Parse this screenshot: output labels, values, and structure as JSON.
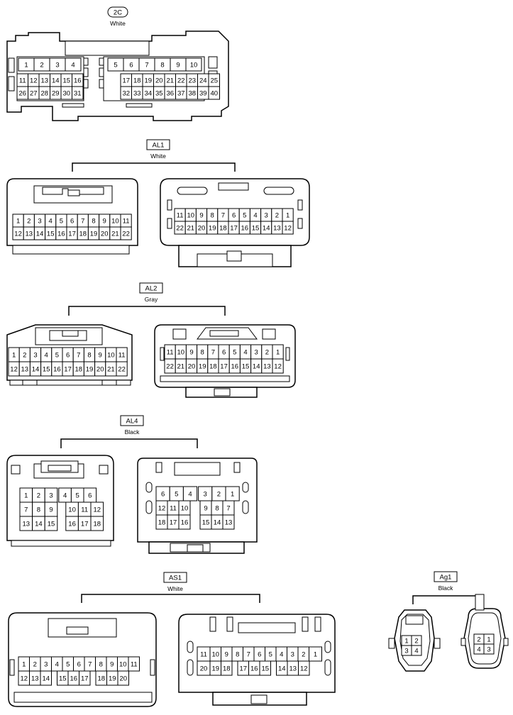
{
  "connectors": {
    "c2C": {
      "name": "2C",
      "color": "White",
      "rows": [
        [
          "1",
          "2",
          "3",
          "4",
          "5",
          "6",
          "7",
          "8",
          "9",
          "10"
        ],
        [
          "11",
          "12",
          "13",
          "14",
          "15",
          "16",
          "17",
          "18",
          "19",
          "20",
          "21",
          "22",
          "23",
          "24",
          "25"
        ],
        [
          "26",
          "27",
          "28",
          "29",
          "30",
          "31",
          "32",
          "33",
          "34",
          "35",
          "36",
          "37",
          "38",
          "39",
          "40"
        ]
      ]
    },
    "AL1": {
      "name": "AL1",
      "color": "White",
      "left_rows": [
        [
          "1",
          "2",
          "3",
          "4",
          "5",
          "6",
          "7",
          "8",
          "9",
          "10",
          "11"
        ],
        [
          "12",
          "13",
          "14",
          "15",
          "16",
          "17",
          "18",
          "19",
          "20",
          "21",
          "22"
        ]
      ],
      "right_rows": [
        [
          "11",
          "10",
          "9",
          "8",
          "7",
          "6",
          "5",
          "4",
          "3",
          "2",
          "1"
        ],
        [
          "22",
          "21",
          "20",
          "19",
          "18",
          "17",
          "16",
          "15",
          "14",
          "13",
          "12"
        ]
      ]
    },
    "AL2": {
      "name": "AL2",
      "color": "Gray",
      "left_rows": [
        [
          "1",
          "2",
          "3",
          "4",
          "5",
          "6",
          "7",
          "8",
          "9",
          "10",
          "11"
        ],
        [
          "12",
          "13",
          "14",
          "15",
          "16",
          "17",
          "18",
          "19",
          "20",
          "21",
          "22"
        ]
      ],
      "right_rows": [
        [
          "11",
          "10",
          "9",
          "8",
          "7",
          "6",
          "5",
          "4",
          "3",
          "2",
          "1"
        ],
        [
          "22",
          "21",
          "20",
          "19",
          "18",
          "17",
          "16",
          "15",
          "14",
          "13",
          "12"
        ]
      ]
    },
    "AL4": {
      "name": "AL4",
      "color": "Black",
      "left_rows": [
        [
          "1",
          "2",
          "3",
          "4",
          "5",
          "6"
        ],
        [
          "7",
          "8",
          "9",
          "10",
          "11",
          "12"
        ],
        [
          "13",
          "14",
          "15",
          "16",
          "17",
          "18"
        ]
      ],
      "right_rows": [
        [
          "6",
          "5",
          "4",
          "3",
          "2",
          "1"
        ],
        [
          "12",
          "11",
          "10",
          "9",
          "8",
          "7"
        ],
        [
          "18",
          "17",
          "16",
          "15",
          "14",
          "13"
        ]
      ]
    },
    "AS1": {
      "name": "AS1",
      "color": "White",
      "left_rows": [
        [
          "1",
          "2",
          "3",
          "4",
          "5",
          "6",
          "7",
          "8",
          "9",
          "10",
          "11"
        ],
        [
          "12",
          "13",
          "14",
          "15",
          "16",
          "17",
          "18",
          "19",
          "20"
        ]
      ],
      "right_rows": [
        [
          "11",
          "10",
          "9",
          "8",
          "7",
          "6",
          "5",
          "4",
          "3",
          "2",
          "1"
        ],
        [
          "20",
          "19",
          "18",
          "17",
          "16",
          "15",
          "14",
          "13",
          "12"
        ]
      ]
    },
    "Ag1": {
      "name": "Ag1",
      "color": "Black",
      "left_rows": [
        [
          "1",
          "2"
        ],
        [
          "3",
          "4"
        ]
      ],
      "right_rows": [
        [
          "2",
          "1"
        ],
        [
          "4",
          "3"
        ]
      ]
    }
  }
}
